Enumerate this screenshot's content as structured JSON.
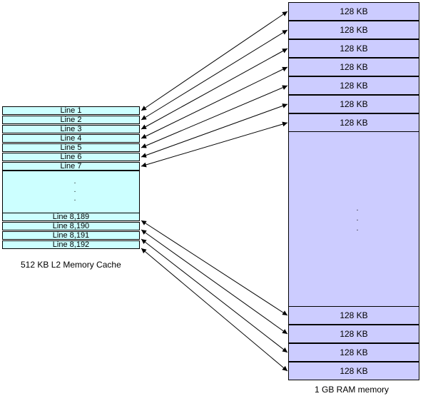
{
  "cache": {
    "top_lines": [
      "Line 1",
      "Line 2",
      "Line 3",
      "Line 4",
      "Line 5",
      "Line 6",
      "Line 7"
    ],
    "bottom_lines": [
      "Line 8,189",
      "Line 8,190",
      "Line 8,191",
      "Line 8,192"
    ],
    "ellipsis": [
      ".",
      ".",
      "."
    ],
    "caption": "512 KB L2 Memory Cache",
    "fill_color": "#ccffff"
  },
  "ram": {
    "top_blocks": [
      "128 KB",
      "128 KB",
      "128 KB",
      "128 KB",
      "128 KB",
      "128 KB",
      "128 KB"
    ],
    "bottom_blocks": [
      "128 KB",
      "128 KB",
      "128 KB",
      "128 KB"
    ],
    "ellipsis": [
      ".",
      ".",
      "."
    ],
    "caption": "1 GB RAM memory",
    "fill_color": "#ccccff"
  }
}
